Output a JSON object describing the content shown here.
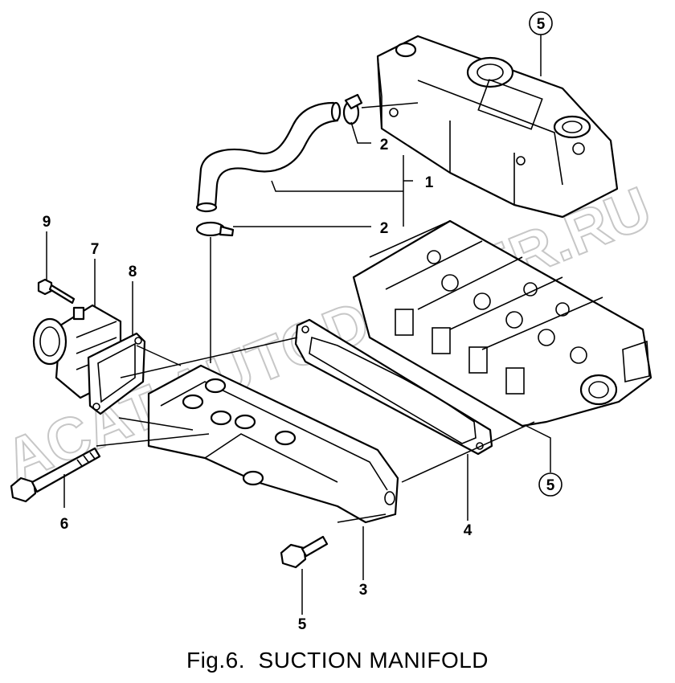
{
  "figure": {
    "caption": "Fig.6.  SUCTION MANIFOLD",
    "watermark": "ACAT AUTODEALER.RU"
  },
  "callouts": [
    {
      "id": "head-cover",
      "number": "5"
    },
    {
      "id": "hose-clip-upper",
      "number": "2"
    },
    {
      "id": "hose",
      "number": "1"
    },
    {
      "id": "hose-clip-lower",
      "number": "2"
    },
    {
      "id": "bolt-small",
      "number": "9"
    },
    {
      "id": "throttle-body",
      "number": "7"
    },
    {
      "id": "gasket-small",
      "number": "8"
    },
    {
      "id": "manifold-bolt",
      "number": "6"
    },
    {
      "id": "manifold-gasket",
      "number": "4"
    },
    {
      "id": "cylinder-head",
      "number": "5"
    },
    {
      "id": "suction-manifold",
      "number": "3"
    },
    {
      "id": "flange-bolt",
      "number": "5"
    }
  ],
  "colors": {
    "line": "#000000",
    "paper": "#ffffff",
    "watermark": "#c7c7c7"
  }
}
